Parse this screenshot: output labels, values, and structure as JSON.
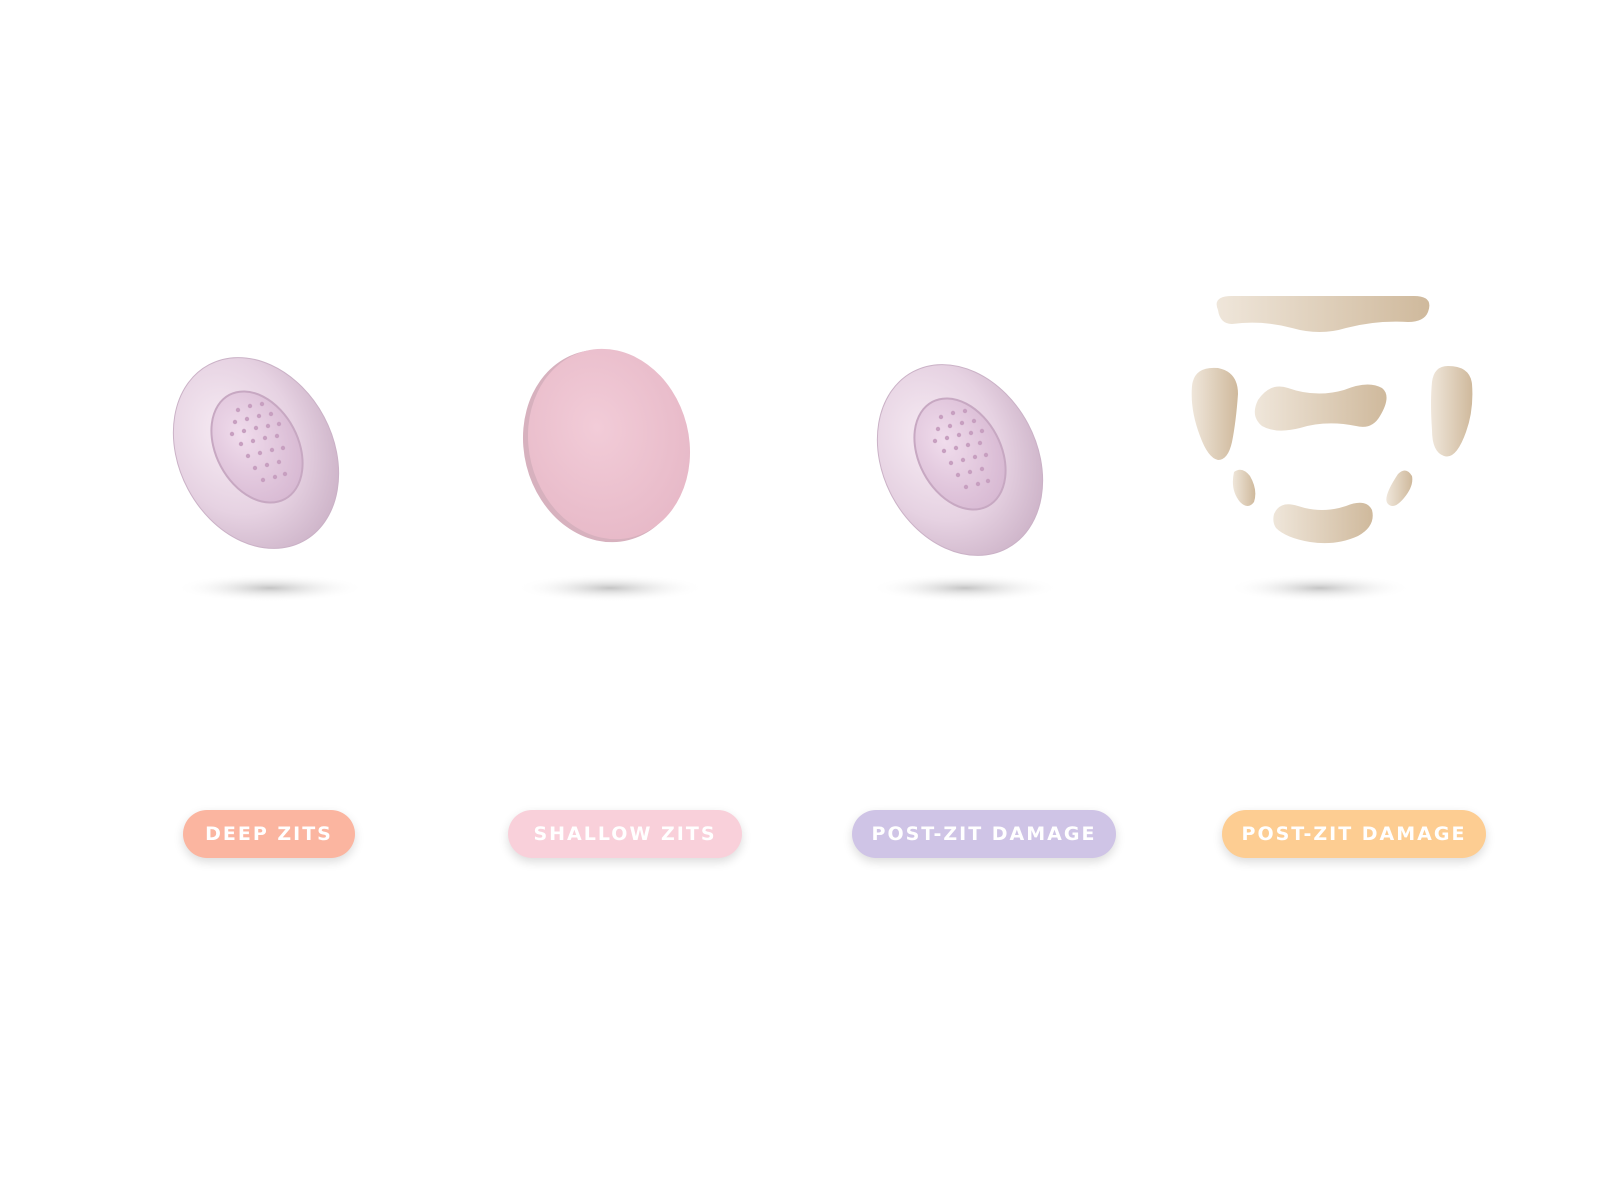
{
  "products": [
    {
      "name": "deep-zits-patch",
      "label": "DEEP ZITS",
      "color": "#fbb5a0"
    },
    {
      "name": "shallow-zits-patch",
      "label": "SHALLOW ZITS",
      "color": "#f9d0da"
    },
    {
      "name": "post-zit-damage-patch",
      "label": "POST-ZIT DAMAGE",
      "color": "#cfc4e6"
    },
    {
      "name": "post-zit-damage-face-patches",
      "label": "POST-ZIT DAMAGE",
      "color": "#fdcd92"
    }
  ]
}
